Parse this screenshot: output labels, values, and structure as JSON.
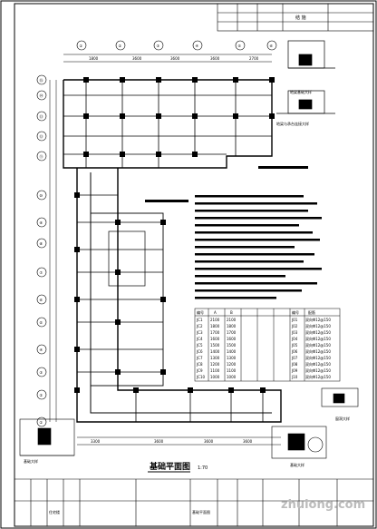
{
  "drawing": {
    "main_title": "基础平面图",
    "scale": "1:70",
    "top_table_value": "结 施"
  },
  "grid": {
    "top_axes": [
      "①",
      "②",
      "③",
      "④",
      "⑤",
      "⑥"
    ],
    "left_axes": [
      "⑮",
      "⑭",
      "⑬",
      "⑫",
      "⑪",
      "⑩",
      "⑨",
      "⑧",
      "⑦",
      "⑥",
      "⑤",
      "④",
      "③",
      "②",
      "①"
    ],
    "top_dims": [
      "1800",
      "3600",
      "3600",
      "3600",
      "2700"
    ],
    "bottom_dims": [
      "3300",
      "3600",
      "3600",
      "3600"
    ]
  },
  "details": {
    "top_right_1": "地梁基础大样",
    "top_right_2": "地梁与承台连接大样",
    "bottom_left": "基础大样",
    "bottom_mid": "基础大样",
    "bottom_right": "窗洞大样"
  },
  "schedule": {
    "header": [
      "编号",
      "A",
      "B",
      "",
      "",
      "",
      "编号",
      "配筋"
    ],
    "rows": [
      [
        "JC1",
        "2100",
        "2100",
        "",
        "",
        "",
        "J01",
        "双向Φ12@150"
      ],
      [
        "JC2",
        "1800",
        "1800",
        "",
        "",
        "",
        "J02",
        "双向Φ12@150"
      ],
      [
        "JC3",
        "1700",
        "1700",
        "",
        "",
        "",
        "J03",
        "双向Φ12@150"
      ],
      [
        "JC4",
        "1600",
        "1600",
        "",
        "",
        "",
        "J04",
        "双向Φ12@150"
      ],
      [
        "JC5",
        "1500",
        "1500",
        "",
        "",
        "",
        "J05",
        "双向Φ12@150"
      ],
      [
        "JC6",
        "1400",
        "1400",
        "",
        "",
        "",
        "J06",
        "双向Φ12@150"
      ],
      [
        "JC7",
        "1300",
        "1300",
        "",
        "",
        "",
        "J07",
        "双向Φ12@150"
      ],
      [
        "JC8",
        "1200",
        "1200",
        "",
        "",
        "",
        "J08",
        "双向Φ12@150"
      ],
      [
        "JC9",
        "1100",
        "1100",
        "",
        "",
        "",
        "J09",
        "双向Φ12@150"
      ],
      [
        "JC10",
        "1000",
        "1000",
        "",
        "",
        "",
        "J10",
        "双向Φ12@150"
      ]
    ]
  },
  "title_block": {
    "project": "住宅楼",
    "drawing_name": "基础平面图"
  },
  "watermark": "zhulong.com"
}
